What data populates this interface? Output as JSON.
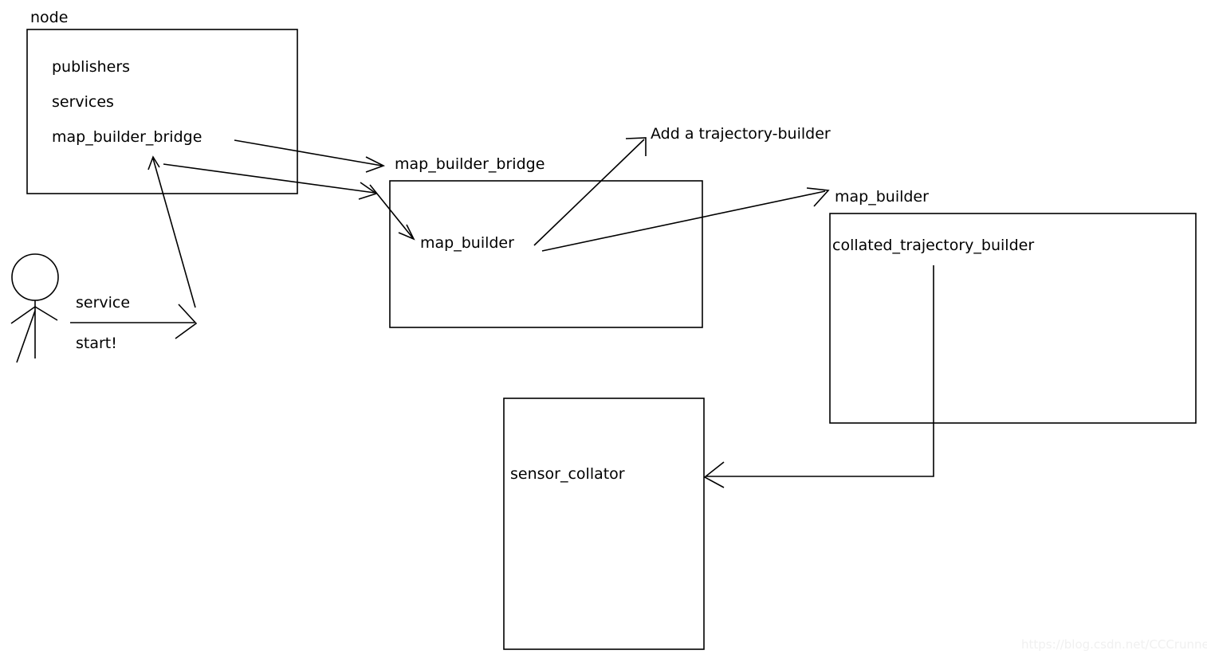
{
  "diagram": {
    "title_label": "node",
    "stroke_color": "#000000",
    "background_color": "#ffffff",
    "watermark": "https://blog.csdn.net/CCCrunner",
    "boxes": [
      {
        "id": "node-box",
        "outside_label": "node",
        "items": [
          "publishers",
          "services",
          "map_builder_bridge"
        ]
      },
      {
        "id": "map-builder-bridge-box",
        "outside_label": "map_builder_bridge",
        "items": [
          "map_builder"
        ]
      },
      {
        "id": "map-builder-box",
        "outside_label": "map_builder",
        "items": [
          "collated_trajectory_builder"
        ]
      },
      {
        "id": "sensor-collator-box",
        "outside_label": "",
        "items": [
          "sensor_collator"
        ]
      }
    ],
    "labels": {
      "node": "node",
      "publishers": "publishers",
      "services": "services",
      "map_builder_bridge_inner": "map_builder_bridge",
      "map_builder_bridge_box": "map_builder_bridge",
      "map_builder_inner": "map_builder",
      "add_trajectory_builder": "Add a trajectory-builder",
      "map_builder_box": "map_builder",
      "collated_trajectory_builder": "collated_trajectory_builder",
      "sensor_collator": "sensor_collator",
      "service": "service",
      "start": "start!"
    },
    "actor": {
      "name": "user-stick-figure",
      "action_label_top": "service",
      "action_label_bottom": "start!"
    },
    "arrows": [
      {
        "name": "node-to-map-builder-bridge",
        "from": "node.map_builder_bridge",
        "to": "map_builder_bridge label"
      },
      {
        "name": "node-to-map-builder",
        "from": "node.map_builder_bridge",
        "to": "map_builder inner label"
      },
      {
        "name": "map-builder-bridge-to-node",
        "from": "map_builder_bridge box",
        "to": "node.map_builder_bridge"
      },
      {
        "name": "add-trajectory-builder-callout",
        "from": "map_builder inner label",
        "to": "Add a trajectory-builder"
      },
      {
        "name": "map-builder-to-map-builder-box",
        "from": "map_builder inner label",
        "to": "map_builder box"
      },
      {
        "name": "service-start-arrow",
        "from": "user",
        "to": "node"
      },
      {
        "name": "user-to-node-box",
        "from": "service arrow",
        "to": "node box"
      },
      {
        "name": "collated-trajectory-builder-to-sensor-collator",
        "from": "collated_trajectory_builder",
        "to": "sensor_collator"
      }
    ]
  }
}
